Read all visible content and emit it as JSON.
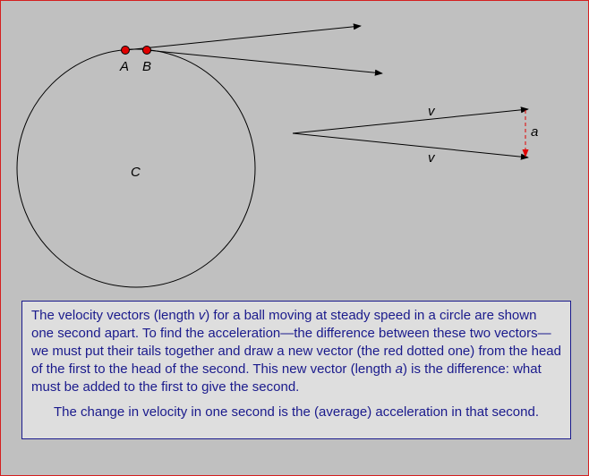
{
  "labels": {
    "point_a": "A",
    "point_b": "B",
    "center": "C",
    "vector_v_top": "v",
    "vector_v_bottom": "v",
    "vector_a": "a"
  },
  "caption": {
    "p1_part1": "The velocity vectors (length ",
    "p1_v": "v",
    "p1_part2": ") for a ball moving at steady speed in a circle are shown one second apart.   To find the acceleration—the difference between these two vectors—we must put their tails together and draw a new vector (the red dotted one) from the head of the first to the head of the second.   This new vector (length ",
    "p1_a": "a",
    "p1_part3": ") is the difference: what must be added to the first to give the second.",
    "p2": "The change in velocity in one second is the (average) acceleration in that second."
  },
  "colors": {
    "background": "#c0c0c0",
    "point_fill": "#e00000",
    "accel_vector": "#e00000",
    "caption_text": "#1a1a8c"
  }
}
